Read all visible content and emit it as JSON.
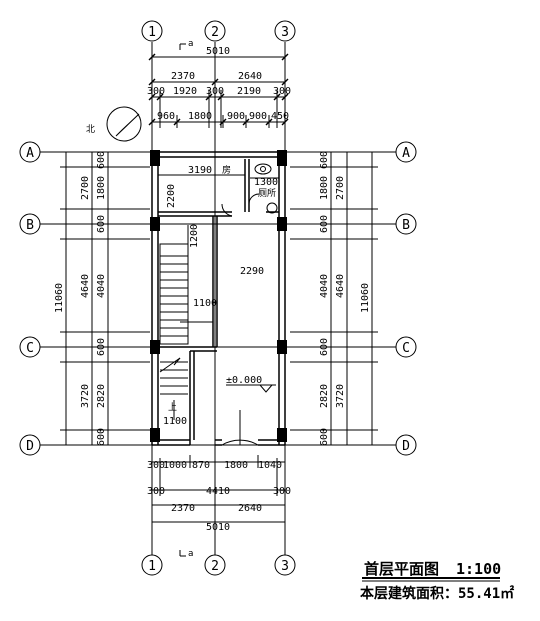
{
  "axes": {
    "columns": [
      "1",
      "2",
      "3"
    ],
    "rows": [
      "A",
      "B",
      "C",
      "D"
    ]
  },
  "section_mark": "a",
  "north_label": "北",
  "rooms": {
    "kitchen": "房",
    "toilet": "厕所"
  },
  "elevation": "±0.000",
  "stair_up": "上",
  "dims": {
    "top_total": "5010",
    "top_2370": "2370",
    "top_2640": "2640",
    "top_300a": "300",
    "top_1920": "1920",
    "top_300b": "300",
    "top_2190": "2190",
    "top_300c": "300",
    "top_960": "960",
    "top_1800": "1800",
    "top_900a": "900",
    "top_900b": "900",
    "top_450": "450",
    "left_11060": "11060",
    "left_2700": "2700",
    "left_4640": "4640",
    "left_3720": "3720",
    "left_600a": "600",
    "left_1800": "1800",
    "left_600b": "600",
    "left_4040": "4040",
    "left_600c": "600",
    "left_2820": "2820",
    "left_600d": "600",
    "right_11060": "11060",
    "right_2700": "2700",
    "right_4640": "4640",
    "right_3720": "3720",
    "right_600a": "600",
    "right_1800": "1800",
    "right_600b": "600",
    "right_4040": "4040",
    "right_600c": "600",
    "right_2820": "2820",
    "right_600d": "600",
    "in_3190": "3190",
    "in_2200": "2200",
    "in_1300": "1300",
    "in_1200": "1200",
    "in_2290": "2290",
    "in_1100a": "1100",
    "in_1100b": "1100",
    "bot_300a": "300",
    "bot_1000": "1000",
    "bot_870": "870",
    "bot_1800": "1800",
    "bot_1040": "1040",
    "bot_300b": "300",
    "bot_4410": "4410",
    "bot_300c": "300",
    "bot_2370": "2370",
    "bot_2640": "2640",
    "bot_total": "5010"
  },
  "title": {
    "name": "首层平面图",
    "scale": "1:100",
    "area": "本层建筑面积：55.41㎡"
  }
}
